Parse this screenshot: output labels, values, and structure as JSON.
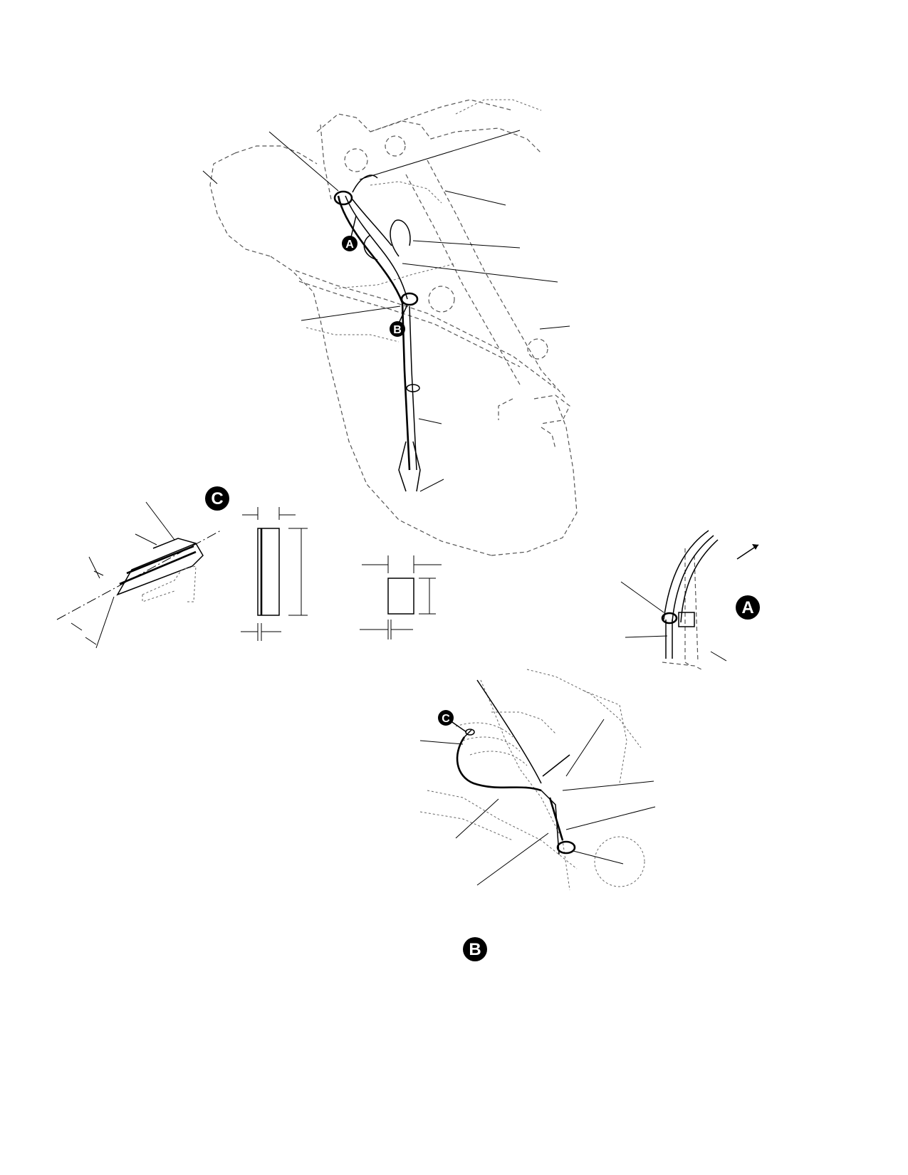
{
  "figure": {
    "main_view_callouts": [
      {
        "id": "callout-a-main",
        "label": "A"
      },
      {
        "id": "callout-b-main",
        "label": "B"
      }
    ],
    "detail_c_label": "C",
    "detail_a_label": "A",
    "detail_b_callout": "C",
    "detail_b_label": "B"
  }
}
